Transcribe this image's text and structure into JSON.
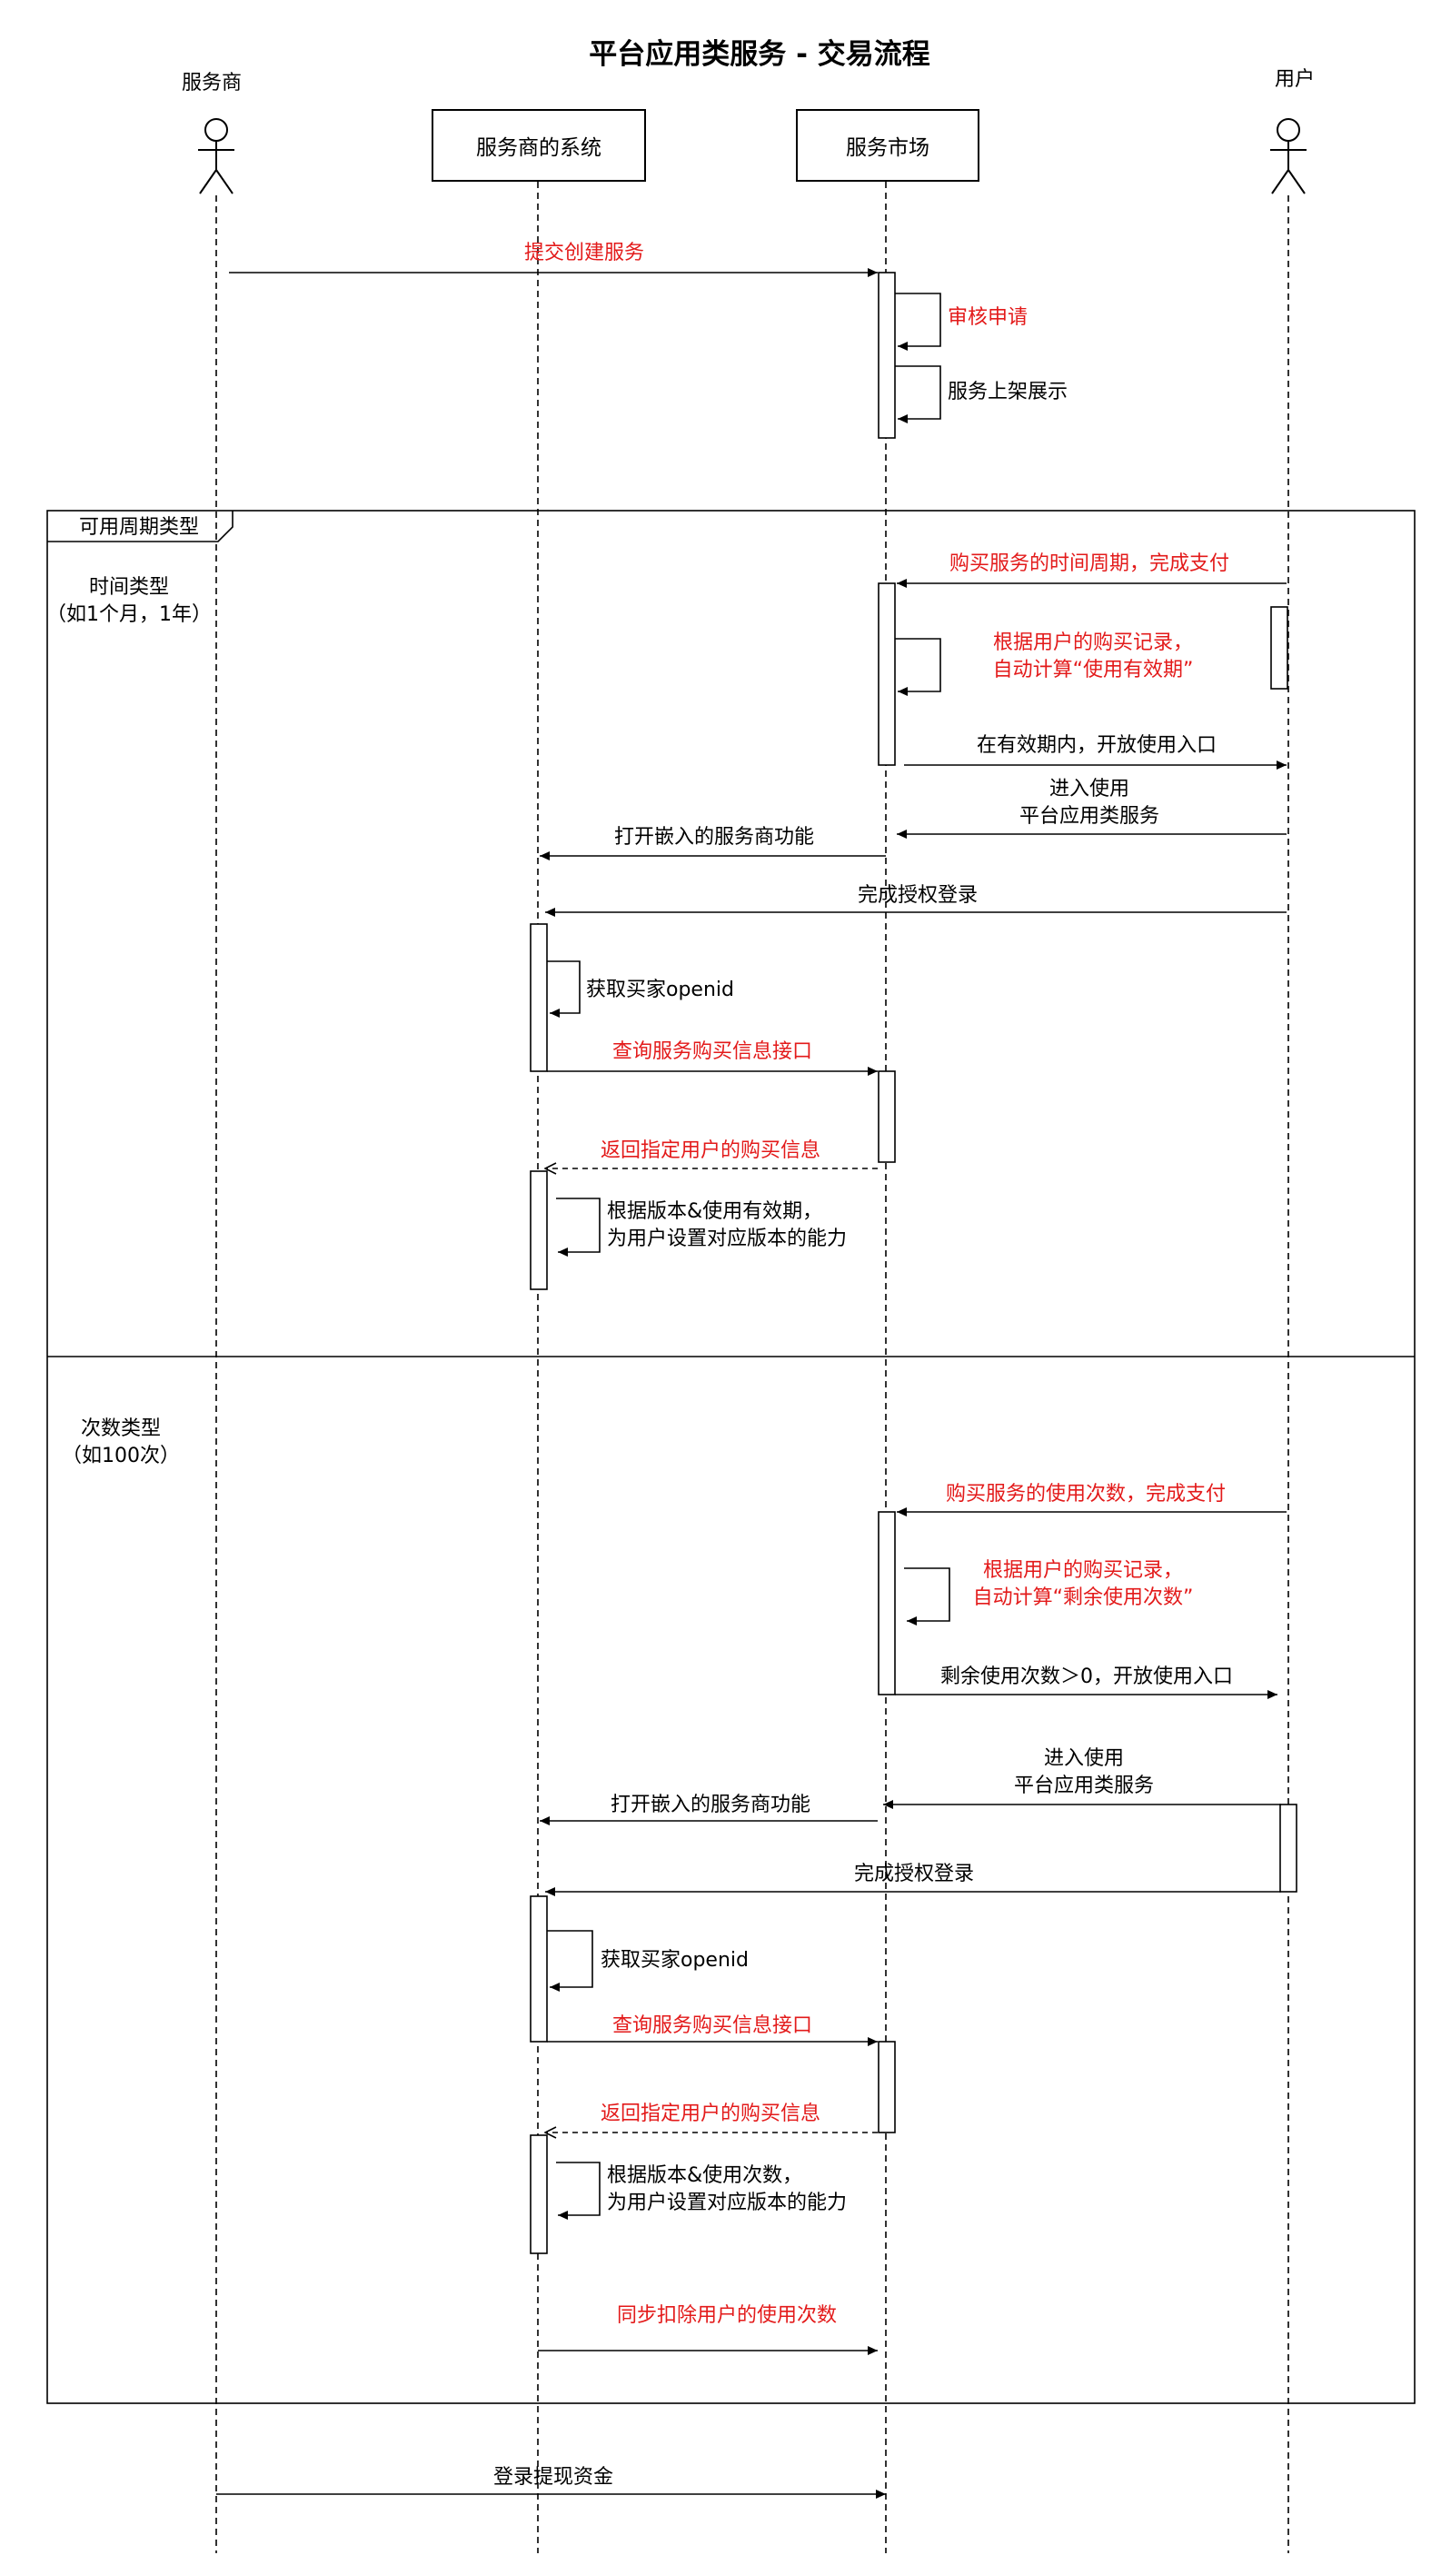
{
  "title": "平台应用类服务 - 交易流程",
  "participants": {
    "provider": "服务商",
    "provider_system": "服务商的系统",
    "market": "服务市场",
    "user": "用户"
  },
  "frame": {
    "label": "可用周期类型",
    "section1_label": "时间类型\n（如1个月，1年）",
    "section2_label": "次数类型\n（如100次）"
  },
  "messages": {
    "submit_service": "提交创建服务",
    "review_application": "审核申请",
    "list_service": "服务上架展示",
    "t_buy": "购买服务的时间周期，完成支付",
    "t_calc": "根据用户的购买记录，\n自动计算“使用有效期”",
    "t_open_entry": "在有效期内，开放使用入口",
    "t_enter": "进入使用\n平台应用类服务",
    "t_open_embedded": "打开嵌入的服务商功能",
    "t_auth_login": "完成授权登录",
    "t_get_openid": "获取买家openid",
    "t_query": "查询服务购买信息接口",
    "t_return": "返回指定用户的购买信息",
    "t_set_ability": "根据版本&使用有效期，\n为用户设置对应版本的能力",
    "c_buy": "购买服务的使用次数，完成支付",
    "c_calc": "根据用户的购买记录，\n自动计算“剩余使用次数”",
    "c_open_entry": "剩余使用次数＞0，开放使用入口",
    "c_enter": "进入使用\n平台应用类服务",
    "c_open_embedded": "打开嵌入的服务商功能",
    "c_auth_login": "完成授权登录",
    "c_get_openid": "获取买家openid",
    "c_query": "查询服务购买信息接口",
    "c_return": "返回指定用户的购买信息",
    "c_set_ability": "根据版本&使用次数，\n为用户设置对应版本的能力",
    "c_deduct": "同步扣除用户的使用次数",
    "withdraw": "登录提现资金"
  },
  "colors": {
    "line": "#000000",
    "highlight": "#e31a1a",
    "background": "#ffffff"
  },
  "icons": {
    "actor": "stick-figure-icon"
  }
}
